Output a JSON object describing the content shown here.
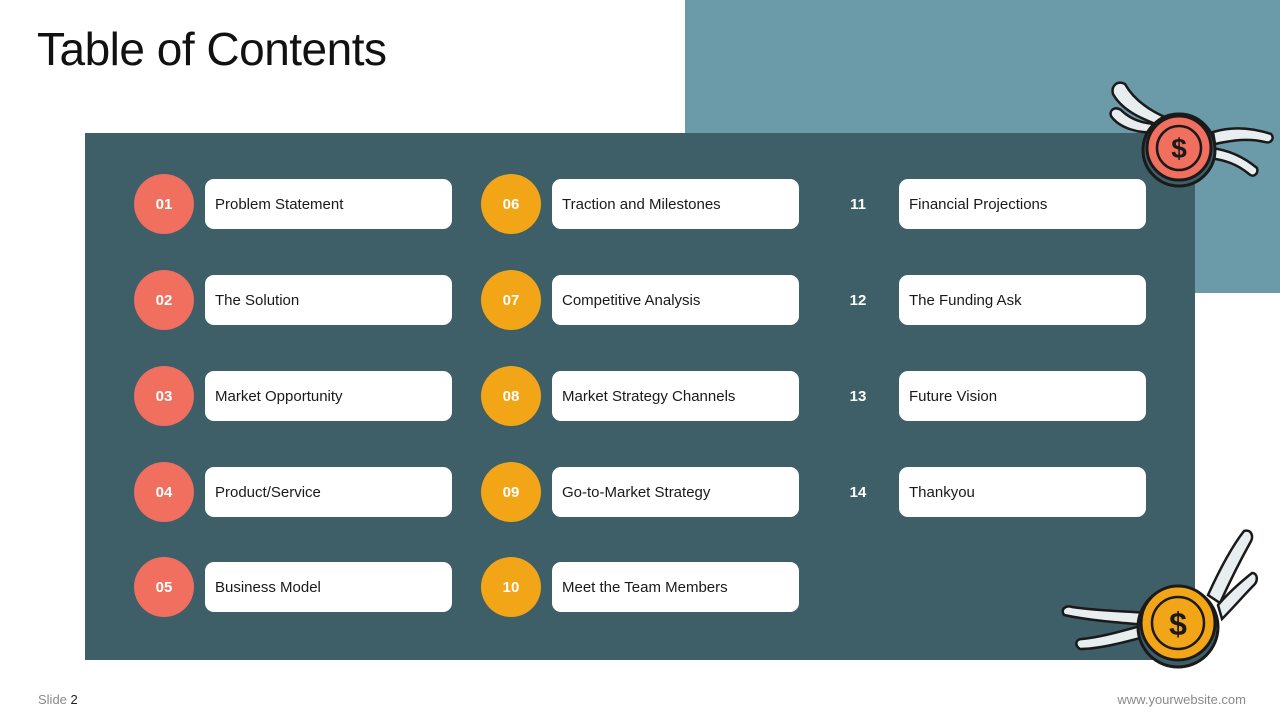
{
  "title": "Table of Contents",
  "footer": {
    "slide_label": "Slide",
    "slide_number": "2",
    "website": "www.yourwebsite.com"
  },
  "colors": {
    "panel": "#3e5e68",
    "accent": "#6b9aa8",
    "coral": "#f06f5f",
    "gold": "#f2a516"
  },
  "columns": [
    {
      "style": "coral",
      "items": [
        {
          "number": "01",
          "label": "Problem Statement"
        },
        {
          "number": "02",
          "label": "The Solution"
        },
        {
          "number": "03",
          "label": "Market Opportunity"
        },
        {
          "number": "04",
          "label": "Product/Service"
        },
        {
          "number": "05",
          "label": "Business Model"
        }
      ]
    },
    {
      "style": "gold",
      "items": [
        {
          "number": "06",
          "label": "Traction and Milestones"
        },
        {
          "number": "07",
          "label": "Competitive Analysis"
        },
        {
          "number": "08",
          "label": "Market Strategy Channels"
        },
        {
          "number": "09",
          "label": "Go-to-Market Strategy"
        },
        {
          "number": "10",
          "label": "Meet the Team Members"
        }
      ]
    },
    {
      "style": "plain",
      "items": [
        {
          "number": "11",
          "label": "Financial Projections"
        },
        {
          "number": "12",
          "label": "The Funding Ask"
        },
        {
          "number": "13",
          "label": "Future Vision"
        },
        {
          "number": "14",
          "label": "Thankyou"
        }
      ]
    }
  ],
  "decorations": [
    {
      "icon": "winged-dollar-coin-icon",
      "color": "#f06f5f"
    },
    {
      "icon": "winged-dollar-coin-icon",
      "color": "#f2a516"
    }
  ]
}
